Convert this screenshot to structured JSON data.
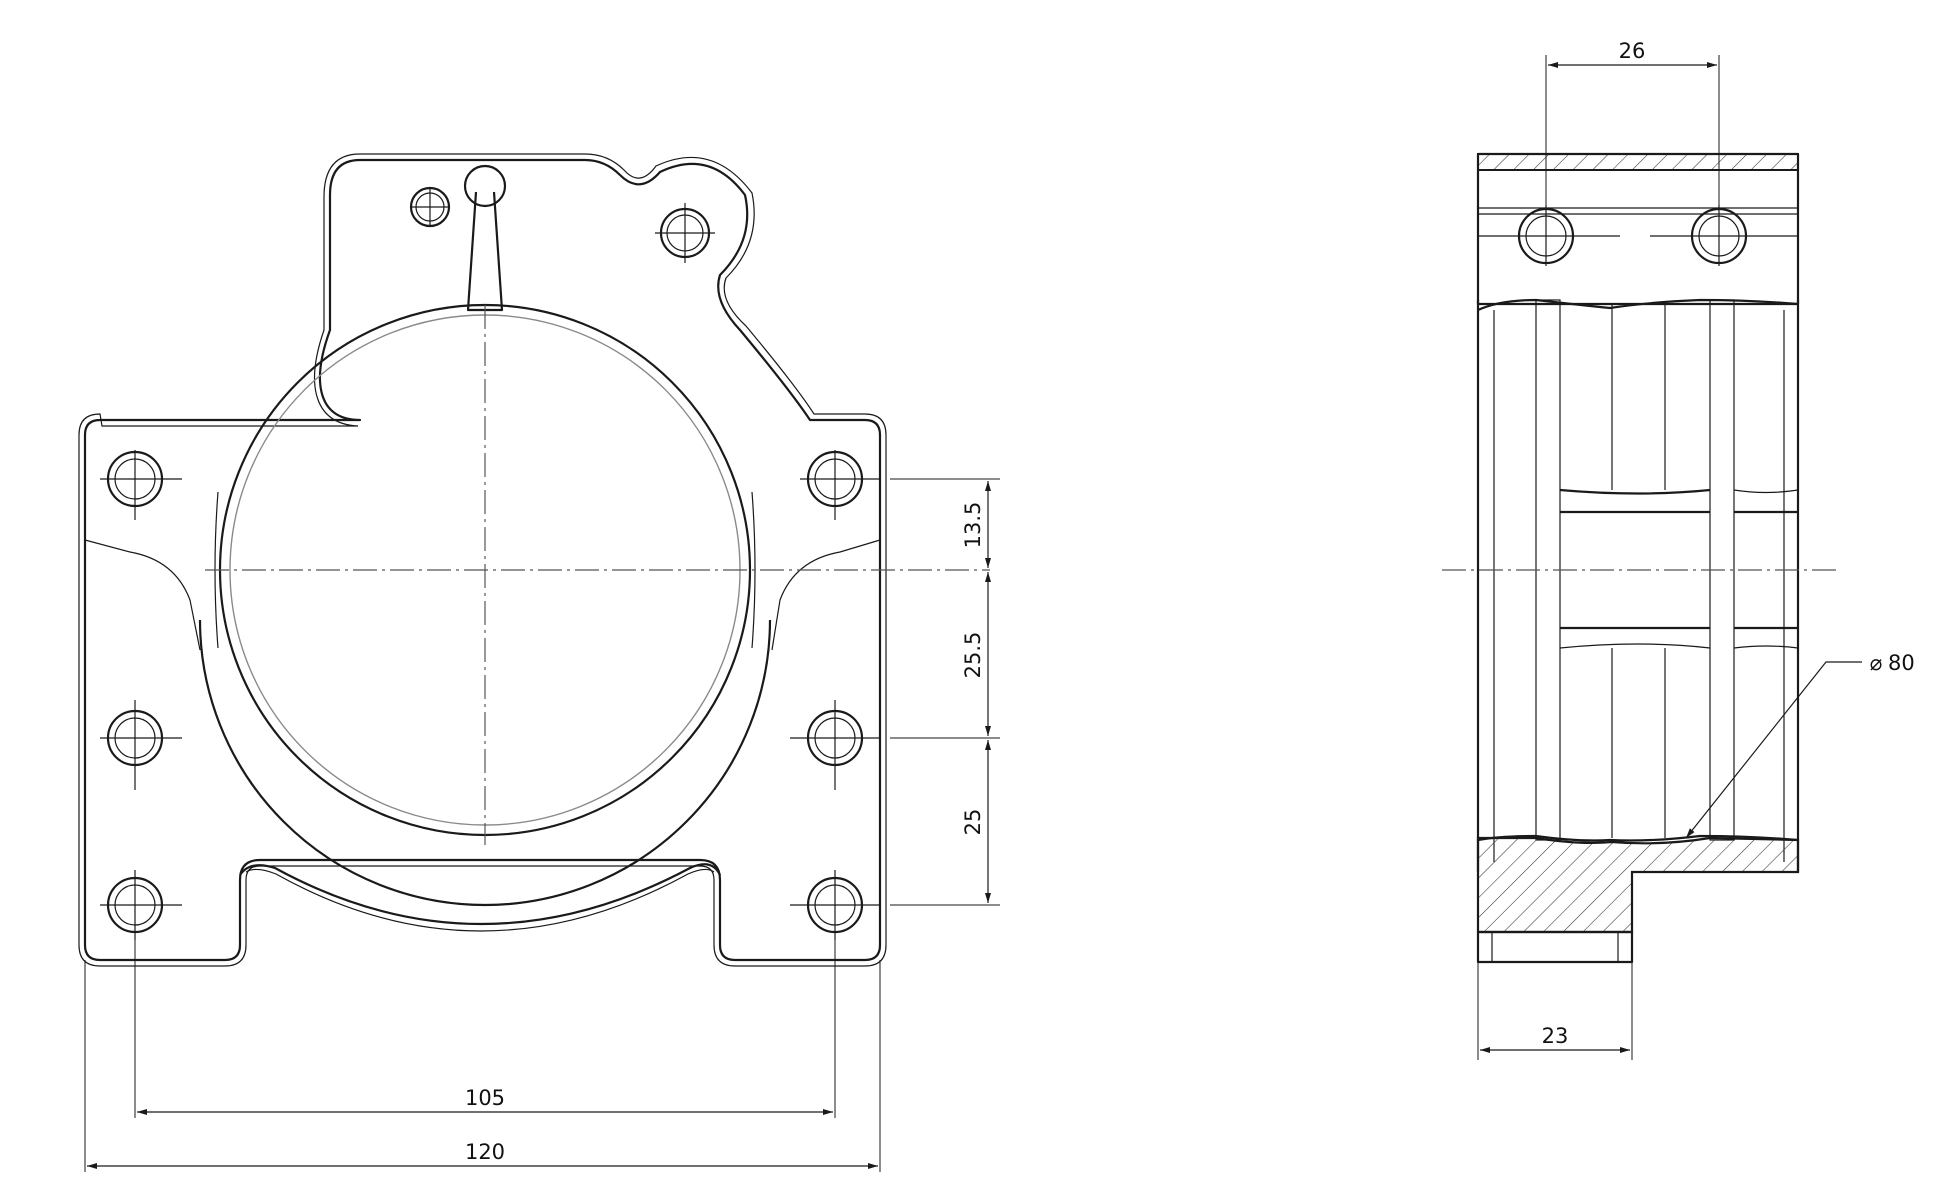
{
  "drawing": {
    "front_view": {
      "dim_overall_width": "120",
      "dim_hole_spacing_horizontal": "105",
      "dim_vertical_upper": "13.5",
      "dim_vertical_middle": "25.5",
      "dim_vertical_lower": "25"
    },
    "side_view": {
      "dim_hole_spacing": "26",
      "dim_flange_width": "23",
      "dim_bore_diameter_symbol": "⌀",
      "dim_bore_diameter": "80"
    }
  }
}
